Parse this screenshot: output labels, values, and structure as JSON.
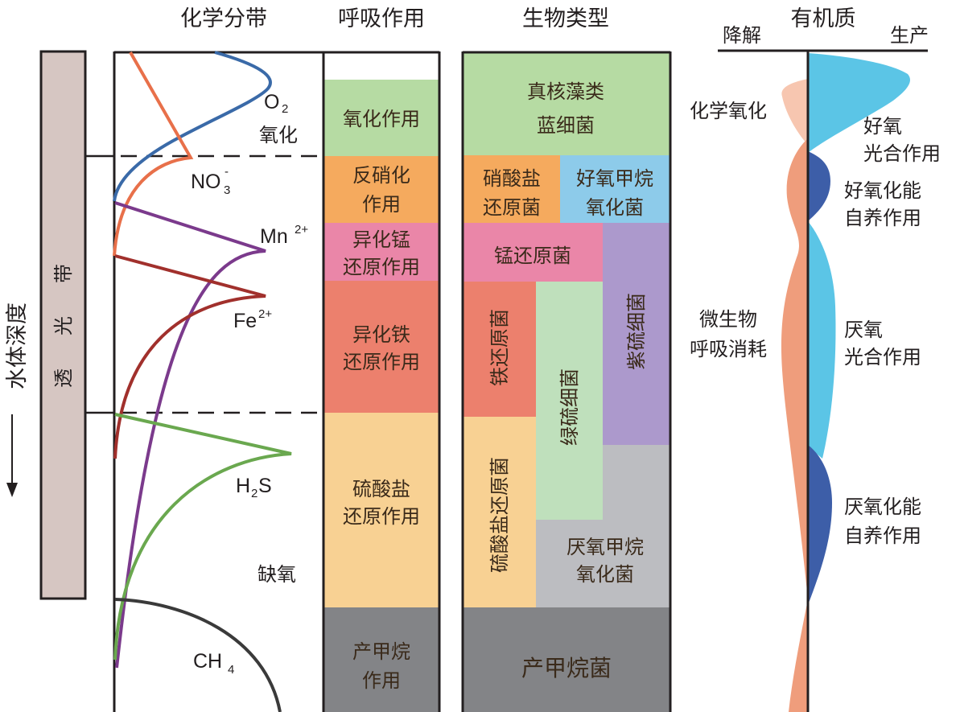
{
  "headers": {
    "chemical_zonation": "化学分带",
    "respiration": "呼吸作用",
    "organism_type": "生物类型",
    "organic_matter": "有机质",
    "degradation": "降解",
    "production": "生产"
  },
  "depth_axis": {
    "label": "水体深度",
    "photic_zone": [
      "透",
      "光",
      "带"
    ],
    "arrow": "down-arrow"
  },
  "chemistry": {
    "species": [
      {
        "id": "O2",
        "base": "O",
        "sub": "2",
        "sup": "",
        "color": "#3a6aa8"
      },
      {
        "id": "NO3",
        "base": "NO",
        "sub": "3",
        "sup": "-",
        "color": "#e8704a"
      },
      {
        "id": "Mn2",
        "base": "Mn",
        "sub": "",
        "sup": "2+",
        "color": "#7b3a8c"
      },
      {
        "id": "Fe2",
        "base": "Fe",
        "sub": "",
        "sup": "2+",
        "color": "#a1302c"
      },
      {
        "id": "H2S",
        "base": "H",
        "sub": "2",
        "sup": "S",
        "color": "#6aa84f"
      },
      {
        "id": "CH4",
        "base": "CH",
        "sub": "4",
        "sup": "",
        "color": "#3a3a3a"
      }
    ],
    "zone_oxic": "氧化",
    "zone_anoxic": "缺氧"
  },
  "respiration": [
    {
      "label": [
        "氧化作用"
      ],
      "color": "#b6dba3"
    },
    {
      "label": [
        "反硝化",
        "作用"
      ],
      "color": "#f5aa5e"
    },
    {
      "label": [
        "异化锰",
        "还原作用"
      ],
      "color": "#ea86a8"
    },
    {
      "label": [
        "异化铁",
        "还原作用"
      ],
      "color": "#ec806d"
    },
    {
      "label": [
        "硫酸盐",
        "还原作用"
      ],
      "color": "#f8d193"
    },
    {
      "label": [
        "产甲烷",
        "作用"
      ],
      "color": "#838487"
    }
  ],
  "organisms": {
    "eukaryotic_algae": {
      "label": [
        "真核藻类",
        "蓝细菌"
      ],
      "color": "#b6dba3"
    },
    "nitrate_reducers": {
      "label": [
        "硝酸盐",
        "还原菌"
      ],
      "color": "#f5aa5e"
    },
    "aerobic_methanotrophs": {
      "label": [
        "好氧甲烷",
        "氧化菌"
      ],
      "color": "#8dcbea"
    },
    "mn_reducers": {
      "label": [
        "锰还原菌"
      ],
      "color": "#ea86a8"
    },
    "purple_sulfur": {
      "label": "紫硫细菌",
      "color": "#ac99cc"
    },
    "fe_reducers": {
      "label": "铁还原菌",
      "color": "#ec806d"
    },
    "green_sulfur": {
      "label": "绿硫细菌",
      "color": "#bfe0bc"
    },
    "sulfate_reducers": {
      "label": "硫酸盐还原菌",
      "color": "#f8d193"
    },
    "anaerobic_methanotrophs": {
      "label": [
        "厌氧甲烷",
        "氧化菌"
      ],
      "color": "#bcbdc1"
    },
    "methanogens": {
      "label": [
        "产甲烷菌"
      ],
      "color": "#838487"
    }
  },
  "organic_matter": {
    "chemical_oxidation": "化学氧化",
    "microbial_respiration": [
      "微生物",
      "呼吸消耗"
    ],
    "aerobic_photosynthesis": [
      "好氧",
      "光合作用"
    ],
    "aerobic_chemoautotrophy": [
      "好氧化能",
      "自养作用"
    ],
    "anaerobic_photosynthesis": [
      "厌氧",
      "光合作用"
    ],
    "anaerobic_chemoautotrophy": [
      "厌氧化能",
      "自养作用"
    ],
    "colors": {
      "light_blue": "#5bc5e6",
      "dark_blue": "#3d5ea8",
      "salmon": "#ef9d7c",
      "pale_salmon": "#f7c6b0"
    }
  }
}
